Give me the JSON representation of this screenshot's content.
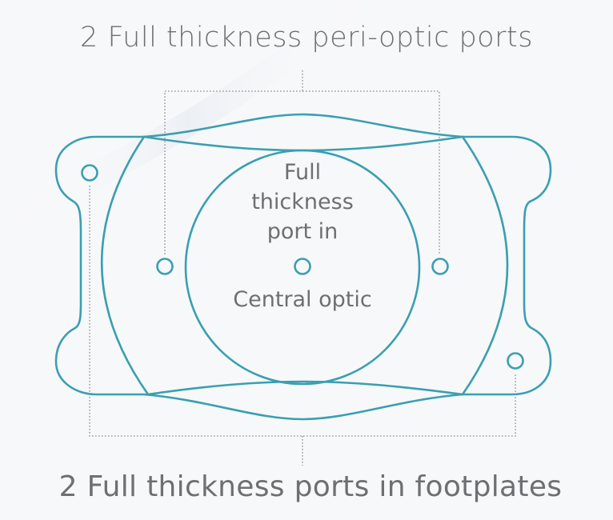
{
  "diagram": {
    "peri_optic_label": "2 Full thickness peri-optic ports",
    "footplate_label": "2 Full thickness ports in footplates",
    "center_port_label": [
      "Full",
      "thickness",
      "port in"
    ],
    "optic_label": "Central optic"
  },
  "colors": {
    "outline": "#3a9fb0",
    "text": "#6d6f73",
    "leader": "#8a8c90",
    "background": "#f7f8fa"
  }
}
